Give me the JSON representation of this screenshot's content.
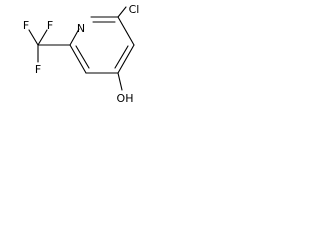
{
  "molecule": {
    "atoms": {
      "ring_nitrogen": "N",
      "chlorine": "Cl",
      "hydroxyl": "OH",
      "fluorine_upper_left": "F",
      "fluorine_upper_right": "F",
      "fluorine_lower": "F"
    },
    "colors": {
      "bond": "#000000",
      "text": "#000000",
      "background": "#ffffff"
    }
  }
}
